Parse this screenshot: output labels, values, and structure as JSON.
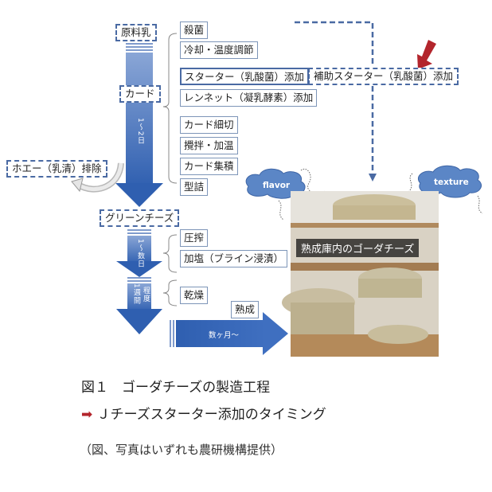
{
  "diagram": {
    "stages": {
      "raw_milk": "原料乳",
      "curd": "カード",
      "green_cheese": "グリーンチーズ",
      "whey": "ホエー（乳清）排除",
      "ripening": "熟成"
    },
    "steps_group1": [
      "殺菌",
      "冷却・温度調節"
    ],
    "steps_group2": [
      "スターター（乳酸菌）添加",
      "レンネット（凝乳酵素）添加"
    ],
    "steps_group3": [
      "カード細切",
      "攪拌・加温",
      "カード集積",
      "型詰"
    ],
    "steps_group4": [
      "圧搾",
      "加塩（ブライン浸漬）"
    ],
    "steps_group5": [
      "乾燥"
    ],
    "supplementary_starter": "補助スターター（乳酸菌）添加",
    "durations": {
      "arrow1": "1〜2日",
      "arrow2": "1〜数日",
      "arrow3a": "1週間",
      "arrow3b": "程度",
      "ripening": "数ヶ月〜"
    },
    "clouds": {
      "left": "flavor",
      "right": "texture"
    },
    "photo_label": "熟成庫内のゴーダチーズ",
    "colors": {
      "arrow_blue": "#3b68b5",
      "dashed_border": "#4a6aa3",
      "cloud_fill": "#5b86c6",
      "highlight_red": "#b3252c"
    }
  },
  "caption": {
    "title": "図１　ゴーダチーズの製造工程",
    "legend_arrow": "➡",
    "legend_text": "Ｊチーズスターター添加のタイミング",
    "credit": "（図、写真はいずれも農研機構提供）"
  }
}
